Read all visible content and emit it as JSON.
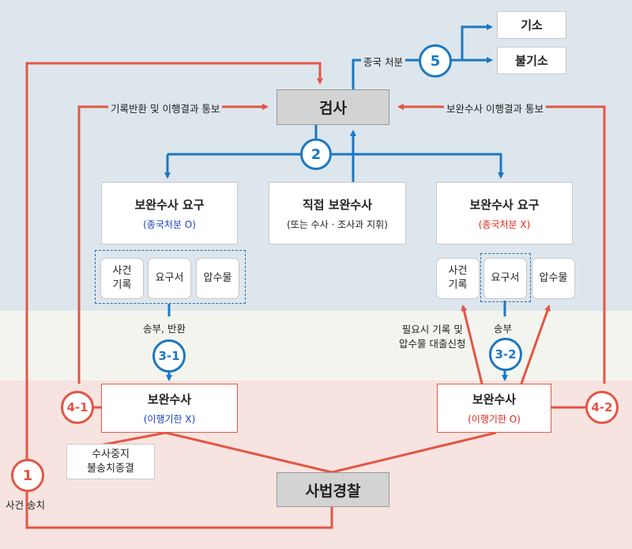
{
  "nodes": {
    "prosecution": "검사",
    "indictment": "기소",
    "non_indictment": "불기소",
    "police": "사법경찰",
    "left_request": {
      "title": "보완수사 요구",
      "sub": "(종국처분 O)"
    },
    "direct": {
      "title": "직접 보완수사",
      "sub": "(또는 수사 · 조사과 지휘)"
    },
    "right_request": {
      "title": "보완수사 요구",
      "sub": "(종국처분 X)"
    },
    "left_docs": [
      "사건\n기록",
      "요구서",
      "압수물"
    ],
    "right_docs": [
      "사건\n기록",
      "요구서",
      "압수물"
    ],
    "left_supp": {
      "title": "보완수사",
      "sub": "(이행기한 X)"
    },
    "right_supp": {
      "title": "보완수사",
      "sub": "(이행기한 O)"
    },
    "suspend": "수사중지\n불송치종결"
  },
  "labels": {
    "final_disposition": "종국 처분",
    "left_return": "기록반환 및 이행결과 통보",
    "right_return": "보완수사 이행결과 통보",
    "send_return": "송부, 반환",
    "send": "송부",
    "loan_request": "필요시 기록 및\n압수물 대출신청",
    "case_transfer": "사건 송치"
  },
  "steps": {
    "s1": "1",
    "s2": "2",
    "s31": "3-1",
    "s32": "3-2",
    "s41": "4-1",
    "s42": "4-2",
    "s5": "5"
  },
  "colors": {
    "blue": "#1b78c1",
    "red": "#e45545",
    "top_band": "#dde6ec",
    "mid_band": "#f4f4ee",
    "bottom_band": "#f7e4e1"
  }
}
